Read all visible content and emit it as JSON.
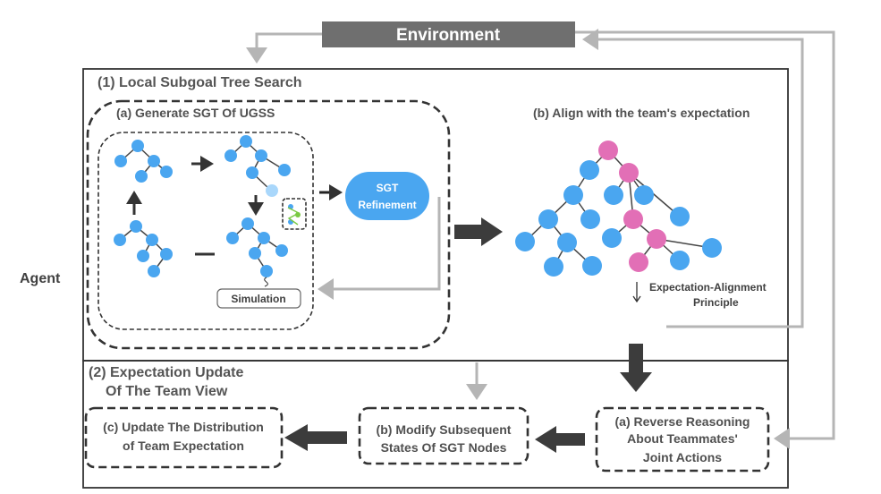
{
  "environment": {
    "label": "Environment"
  },
  "agent": {
    "label": "Agent"
  },
  "section1": {
    "title": "(1) Local Subgoal Tree Search",
    "sub_a": "(a) Generate SGT Of UGSS",
    "sub_b": "(b) Align with the team's expectation",
    "refinement_line1": "SGT",
    "refinement_line2": "Refinement",
    "simulation": "Simulation",
    "principle_line1": "Expectation-Alignment",
    "principle_line2": "Principle"
  },
  "section2": {
    "title_line1": "(2) Expectation Update",
    "title_line2": "Of The Team View",
    "box_a_line1": "(a) Reverse Reasoning",
    "box_a_line2": "About Teammates'",
    "box_a_line3": "Joint Actions",
    "box_b_line1": "(b) Modify Subsequent",
    "box_b_line2": "States Of SGT Nodes",
    "box_c_line1": "(c) Update The Distribution",
    "box_c_line2": "of Team Expectation"
  },
  "colors": {
    "node_blue": "#4aa6f0",
    "node_pink": "#e26fb6",
    "env_bar": "#6f6f6f",
    "arrow_dark": "#3c3c3c",
    "arrow_light": "#b5b5b5"
  }
}
